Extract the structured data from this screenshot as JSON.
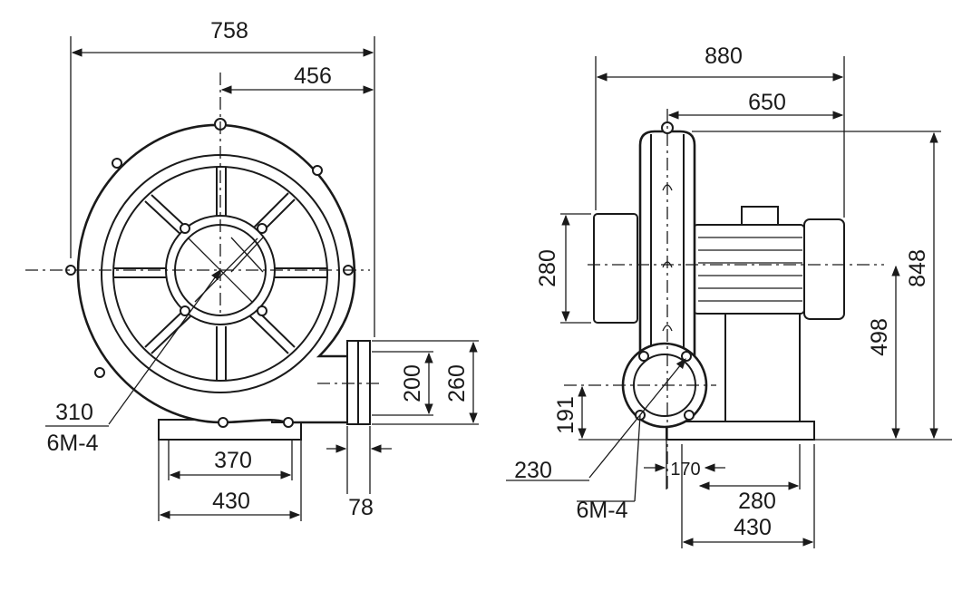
{
  "front_view": {
    "overall_width": "758",
    "offset_width": "456",
    "outlet_height": "260",
    "outlet_inner": "200",
    "flange_depth": "78",
    "base_inner": "370",
    "base_outer": "430",
    "inlet_dia": "310",
    "bolts": "6M-4"
  },
  "side_view": {
    "overall_length": "880",
    "motor_length": "650",
    "inlet_height": "280",
    "overall_height": "848",
    "shaft_height": "498",
    "outlet_center": "191",
    "outlet_dia": "230",
    "flange_offset": "170",
    "base_inner": "280",
    "base_outer": "430",
    "bolts": "6M-4"
  },
  "colors": {
    "line": "#1a1a1a",
    "background": "#ffffff"
  }
}
